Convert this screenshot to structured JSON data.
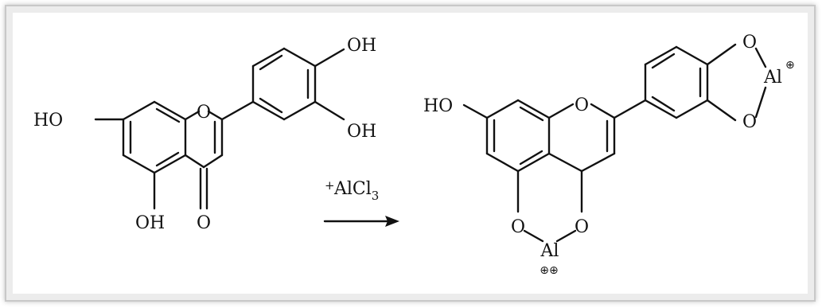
{
  "reactant": {
    "label_ho_7": "HO",
    "label_ring_o": "O",
    "label_oh_3p": "OH",
    "label_oh_4p": "OH",
    "label_oh_5": "OH",
    "label_carbonyl_o": "O"
  },
  "reagent": {
    "plus": "+",
    "formula_main": "AlCl",
    "formula_sub": "3"
  },
  "product": {
    "label_ho_7": "HO",
    "label_ring_o": "O",
    "label_o_5": "O",
    "label_o_4": "O",
    "label_al_low": "Al",
    "label_al_low_charge": "⊕⊕",
    "label_o_3p": "O",
    "label_o_4p": "O",
    "label_al_high": "Al",
    "label_al_high_charge": "⊕"
  }
}
